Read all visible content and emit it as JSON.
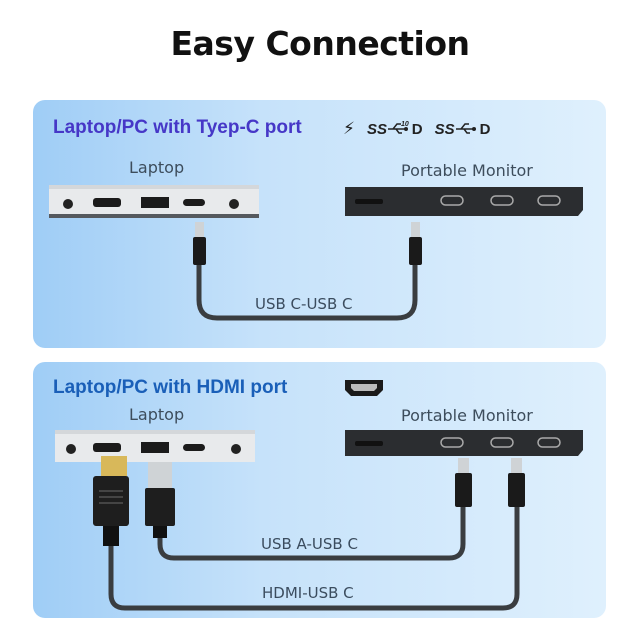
{
  "title": "Easy Connection",
  "panels": [
    {
      "title": "Laptop/PC with Tyep-C port",
      "badges": [
        "thunderbolt-icon",
        "superspeed-usb-10-displayport-icon",
        "superspeed-usb-displayport-icon"
      ],
      "badge_text": {
        "ss": "SS",
        "ten": "10",
        "dp": "D"
      },
      "left_device": "Laptop",
      "right_device": "Portable Monitor",
      "cables": [
        "USB C-USB C"
      ]
    },
    {
      "title": "Laptop/PC with HDMI port",
      "badges": [
        "hdmi-port-icon"
      ],
      "left_device": "Laptop",
      "right_device": "Portable Monitor",
      "cables": [
        "USB A-USB C",
        "HDMI-USB C"
      ]
    }
  ],
  "colors": {
    "panel1_title": "#4637c7",
    "panel2_title": "#1a5fb8",
    "cable": "#3a3d40",
    "monitor_body": "#2b2d30",
    "laptop_body": "#e8eaec"
  }
}
